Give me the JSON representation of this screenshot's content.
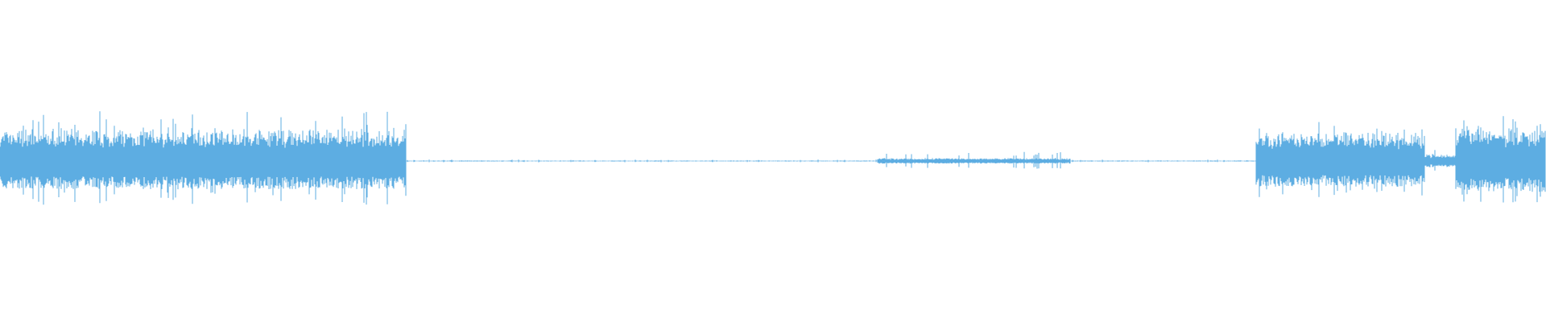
{
  "waveform": {
    "color": "#5dade2",
    "background": "#ffffff",
    "segments": [
      {
        "kind": "loud",
        "level": 0.22,
        "peak": 0.34
      },
      {
        "kind": "silence",
        "level": 0.004,
        "peak": 0.01
      },
      {
        "kind": "faint",
        "level": 0.02,
        "peak": 0.06
      },
      {
        "kind": "silence",
        "level": 0.004,
        "peak": 0.01
      },
      {
        "kind": "loud",
        "level": 0.2,
        "peak": 0.3
      },
      {
        "kind": "dip",
        "level": 0.05,
        "peak": 0.08
      },
      {
        "kind": "loud",
        "level": 0.24,
        "peak": 0.33
      }
    ]
  }
}
